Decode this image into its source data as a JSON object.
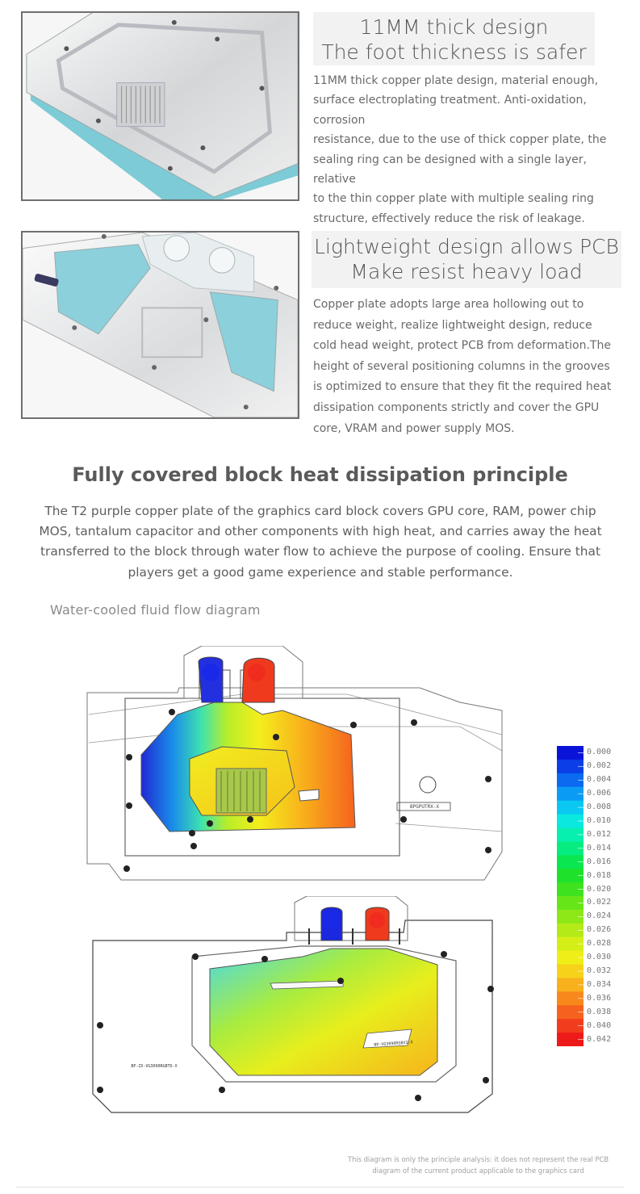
{
  "feature_1": {
    "heading_line_1": "11MM thick design",
    "heading_line_2": "The foot thickness is safer",
    "paragraph_lines": [
      "11MM thick copper plate design, material enough,",
      "surface electroplating treatment. Anti-oxidation, corrosion",
      "resistance, due to the use of thick copper plate, the",
      "sealing ring can be designed with a single layer, relative",
      "to the thin copper plate with multiple sealing ring",
      "structure, effectively reduce the risk of leakage."
    ]
  },
  "feature_2": {
    "heading_line_1": "Lightweight design allows PCB",
    "heading_line_2": "Make resist heavy load",
    "paragraph_lines": [
      "Copper plate adopts large area hollowing out to",
      "reduce weight, realize lightweight design, reduce",
      "cold head weight, protect PCB from deformation.The",
      "height of several positioning columns in the grooves",
      "is optimized to ensure that they fit the required heat",
      "dissipation components strictly and cover the GPU",
      "core, VRAM and power supply MOS."
    ]
  },
  "principle": {
    "title": "Fully covered block heat dissipation principle",
    "description_lines": [
      "The T2 purple copper plate of the graphics card block covers GPU core, RAM, power chip",
      "MOS, tantalum capacitor and other components with high heat, and carries away the heat",
      "transferred to the block through water flow to achieve the purpose of cooling. Ensure that",
      "players get a good game experience and stable performance."
    ]
  },
  "diagram": {
    "title": "Water-cooled fluid flow diagram",
    "legend_values": [
      "0.000",
      "0.002",
      "0.004",
      "0.006",
      "0.008",
      "0.010",
      "0.012",
      "0.014",
      "0.016",
      "0.018",
      "0.020",
      "0.022",
      "0.024",
      "0.026",
      "0.028",
      "0.030",
      "0.032",
      "0.034",
      "0.036",
      "0.038",
      "0.040",
      "0.042"
    ],
    "legend_colors": [
      "#0a14d8",
      "#0b3ee6",
      "#0a6af0",
      "#0a9cf4",
      "#0ac8f2",
      "#0ae8e0",
      "#08f0b0",
      "#06ec80",
      "#0ae650",
      "#1ee22a",
      "#3ee21e",
      "#66e618",
      "#8ee818",
      "#b4ea18",
      "#d6ee18",
      "#f0ee18",
      "#f6d21a",
      "#f8b01c",
      "#f8881c",
      "#f6621e",
      "#f23c1e",
      "#ee1a1a"
    ],
    "top_block_label": "BPGPUTRX-X",
    "bottom_block_label": "BP-VG3090RGBV2-X",
    "backplate_label": "BP-ZX-VG3090RGBTD-X",
    "footnote_line_1": "This diagram is only the principle analysis: it does not represent the real PCB",
    "footnote_line_2": "diagram of the current product applicable to the graphics card"
  }
}
